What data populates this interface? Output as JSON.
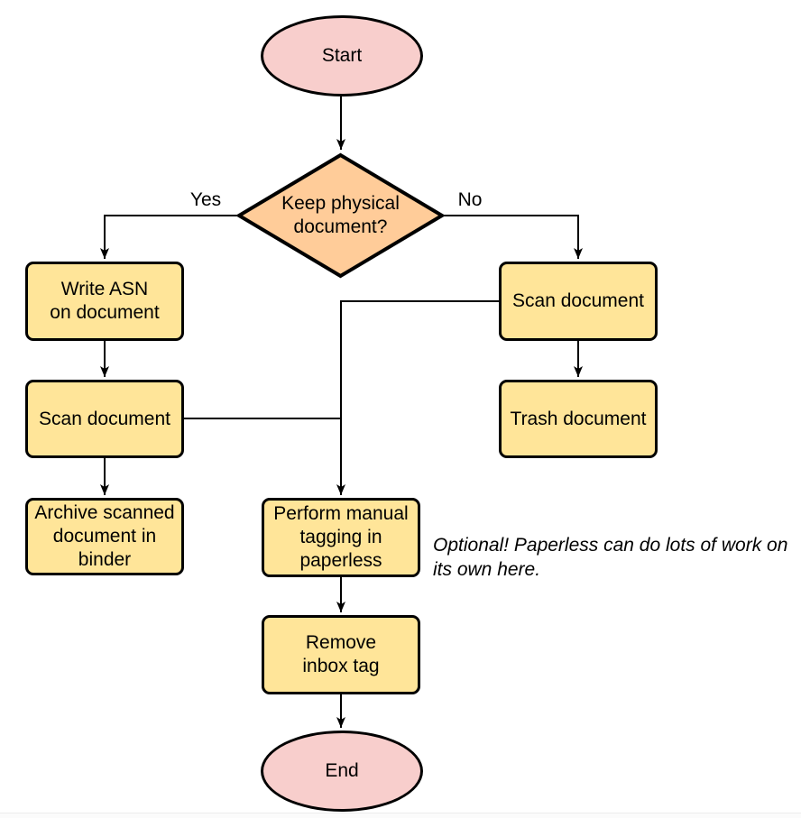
{
  "flowchart": {
    "nodes": {
      "start": "Start",
      "decision": "Keep physical\ndocument?",
      "write_asn": "Write ASN\non document",
      "scan_left": "Scan document",
      "archive": "Archive scanned\ndocument in\nbinder",
      "scan_right": "Scan document",
      "trash": "Trash document",
      "tagging": "Perform manual\ntagging in\npaperless",
      "remove_tag": "Remove\ninbox tag",
      "end": "End"
    },
    "edge_labels": {
      "yes": "Yes",
      "no": "No"
    },
    "annotation": "Optional! Paperless can do lots of work on\nits own here.",
    "colors": {
      "terminal_fill": "#F8CECC",
      "decision_fill": "#FFCC99",
      "process_fill": "#FFE599",
      "stroke": "#000000",
      "text": "#000000"
    }
  }
}
